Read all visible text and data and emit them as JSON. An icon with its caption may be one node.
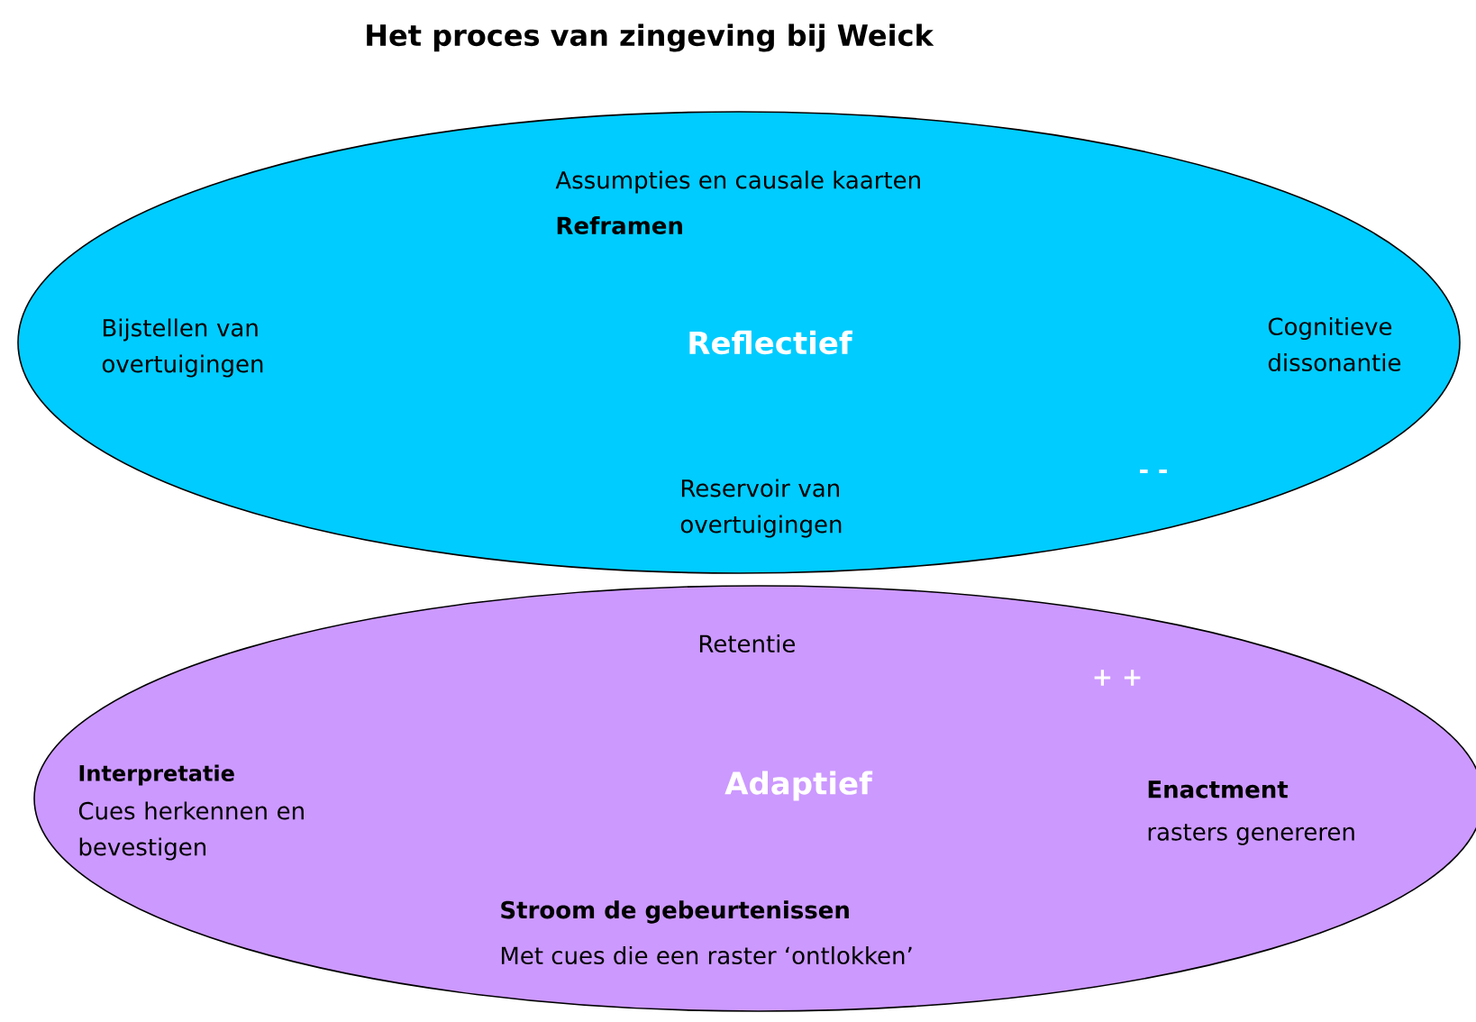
{
  "diagram": {
    "title": "Het proces van zingeving bij Weick",
    "nodes": [
      {
        "text": [
          "Assumpties en causale kaarten",
          "Reframen",
          "Bijstellen van overtuigingen",
          "Reflectief",
          "Cognitieve dissonantie",
          "Reservoir van overtuigingen",
          "- -"
        ]
      },
      {
        "text": [
          "Retentie",
          "+ +",
          "Interpretatie",
          "Cues herkennen en bevestigen",
          "Adaptief",
          "Enactment",
          "rasters genereren",
          "Stroom de gebeurtenissen",
          "Met cues die een raster ‘ontlokken’"
        ]
      }
    ]
  }
}
